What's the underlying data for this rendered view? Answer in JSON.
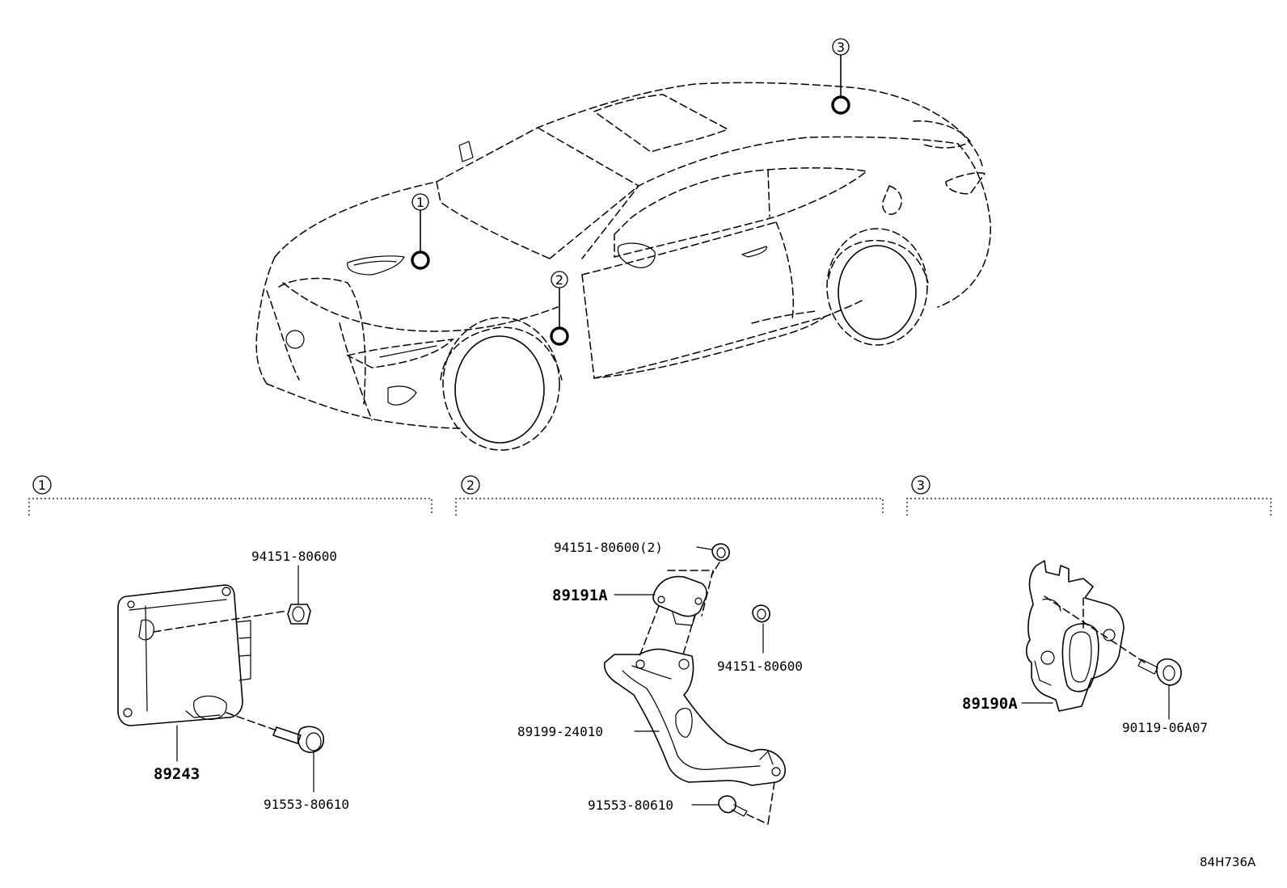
{
  "callouts": {
    "c1": "1",
    "c2": "2",
    "c3": "3"
  },
  "sections": [
    {
      "number": "1"
    },
    {
      "number": "2"
    },
    {
      "number": "3"
    }
  ],
  "parts": {
    "s1_nut": "94151-80600",
    "s1_module": "89243",
    "s1_bolt": "91553-80610",
    "s2_nut_top": "94151-80600(2)",
    "s2_sensor": "89191A",
    "s2_nut_right": "94151-80600",
    "s2_bracket": "89199-24010",
    "s2_bolt": "91553-80610",
    "s3_sensor": "89190A",
    "s3_bolt": "90119-06A07"
  },
  "reference_code": "84H736A"
}
